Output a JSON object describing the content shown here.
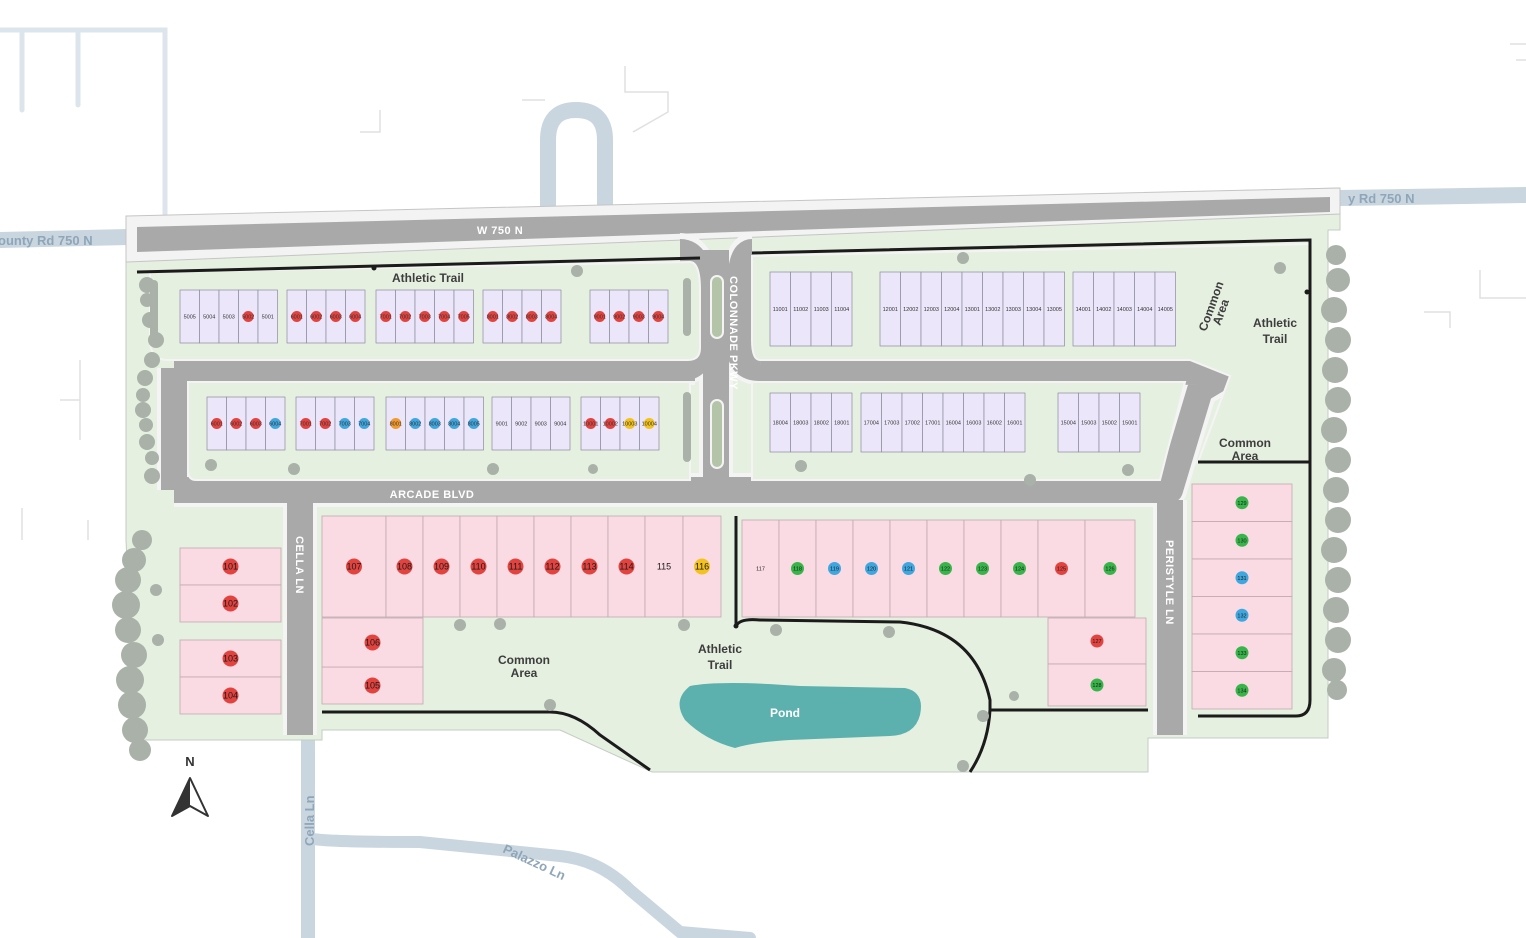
{
  "colors": {
    "background": "#ffffff",
    "site_fill": "#e6f0e0",
    "road": "#a9a9a9",
    "external_road": "#c9d6e0",
    "townhome_lot": "#ece6fb",
    "single_family_lot": "#fbdbe3",
    "pond": "#5cb1ae",
    "trail": "#1b1b1b",
    "tree": "#a9b1a9",
    "status_red": "#e2433f",
    "status_green": "#38b54a",
    "status_blue": "#3fa7df",
    "status_yellow": "#f4c21e",
    "status_orange": "#f29a2e"
  },
  "legend_status_colors": [
    "red",
    "green",
    "blue",
    "yellow",
    "orange",
    "none"
  ],
  "roads": {
    "w750n": "W 750 N",
    "county_left": "ounty Rd 750 N",
    "county_right": "y Rd 750 N",
    "colonnade": "COLONNADE PKWY",
    "arcade": "ARCADE BLVD",
    "cella": "CELLA LN",
    "peristyle": "PERISTYLE LN",
    "cella_south": "Cella Ln",
    "palazzo": "Palazzo Ln"
  },
  "areas": {
    "athletic_trail_top": "Athletic Trail",
    "common_area_label": "Common",
    "area_label": "Area",
    "athletic_label": "Athletic",
    "trail_label": "Trail",
    "pond": "Pond"
  },
  "compass": "N",
  "townhome_row1": [
    [
      "5005",
      "5004",
      "5003",
      "5002",
      "5001"
    ],
    [
      "6001",
      "6002",
      "6003",
      "6004"
    ],
    [
      "7001",
      "7002",
      "7003",
      "7004",
      "7005"
    ],
    [
      "8001",
      "8002",
      "8003",
      "8004"
    ],
    [
      "9001",
      "9002",
      "9003",
      "9004"
    ]
  ],
  "townhome_row1_status": [
    [
      "",
      "",
      "",
      "red",
      ""
    ],
    [
      "red",
      "red",
      "red",
      "red"
    ],
    [
      "red",
      "red",
      "red",
      "red",
      "red"
    ],
    [
      "red",
      "red",
      "red",
      "red"
    ],
    [
      "red",
      "red",
      "red",
      "red"
    ]
  ],
  "townhome_row2": [
    [
      "6001",
      "6002",
      "6003",
      "6004"
    ],
    [
      "7001",
      "7002",
      "7003",
      "7004"
    ],
    [
      "8001",
      "8002",
      "8003",
      "8004",
      "8005"
    ],
    [
      "9001",
      "9002",
      "9003",
      "9004"
    ],
    [
      "10001",
      "10002",
      "10003",
      "10004"
    ]
  ],
  "townhome_row2_status": [
    [
      "red",
      "red",
      "red",
      "blue"
    ],
    [
      "red",
      "red",
      "blue",
      "blue"
    ],
    [
      "orange",
      "blue",
      "blue",
      "blue",
      "blue"
    ],
    [
      "",
      "",
      "",
      ""
    ],
    [
      "red",
      "red",
      "yellow",
      "yellow"
    ]
  ],
  "townhome_ne_row1": [
    [
      "11001",
      "11002",
      "11003",
      "11004"
    ],
    [
      "12001",
      "12002",
      "12003",
      "12004",
      "13001",
      "13002",
      "13003",
      "13004",
      "13005"
    ],
    [
      "14001",
      "14002",
      "14003",
      "14004",
      "14005"
    ]
  ],
  "townhome_ne_row2": [
    [
      "18004",
      "18003",
      "18002",
      "18001"
    ],
    [
      "17004",
      "17003",
      "17002",
      "17001",
      "16004",
      "16003",
      "16002",
      "16001"
    ],
    [
      "15004",
      "15003",
      "15002",
      "15001"
    ]
  ],
  "sf_west": [
    {
      "n": "101",
      "s": "red"
    },
    {
      "n": "102",
      "s": "red"
    },
    {
      "n": "103",
      "s": "red"
    },
    {
      "n": "104",
      "s": "red"
    },
    {
      "n": "105",
      "s": "red"
    },
    {
      "n": "106",
      "s": "red"
    }
  ],
  "sf_center": [
    {
      "n": "107",
      "s": "red"
    },
    {
      "n": "108",
      "s": "red"
    },
    {
      "n": "109",
      "s": "red"
    },
    {
      "n": "110",
      "s": "red"
    },
    {
      "n": "111",
      "s": "red"
    },
    {
      "n": "112",
      "s": "red"
    },
    {
      "n": "113",
      "s": "red"
    },
    {
      "n": "114",
      "s": "red"
    },
    {
      "n": "115",
      "s": ""
    },
    {
      "n": "116",
      "s": "yellow"
    }
  ],
  "sf_east": [
    {
      "n": "117",
      "s": ""
    },
    {
      "n": "118",
      "s": "green"
    },
    {
      "n": "119",
      "s": "blue"
    },
    {
      "n": "120",
      "s": "blue"
    },
    {
      "n": "121",
      "s": "blue"
    },
    {
      "n": "122",
      "s": "green"
    },
    {
      "n": "123",
      "s": "green"
    },
    {
      "n": "124",
      "s": "green"
    },
    {
      "n": "125",
      "s": "red"
    },
    {
      "n": "126",
      "s": "green"
    },
    {
      "n": "127",
      "s": "red"
    },
    {
      "n": "128",
      "s": "green"
    }
  ],
  "sf_far_east": [
    {
      "n": "129",
      "s": "green"
    },
    {
      "n": "130",
      "s": "green"
    },
    {
      "n": "131",
      "s": "blue"
    },
    {
      "n": "132",
      "s": "blue"
    },
    {
      "n": "133",
      "s": "green"
    },
    {
      "n": "134",
      "s": "green"
    }
  ]
}
